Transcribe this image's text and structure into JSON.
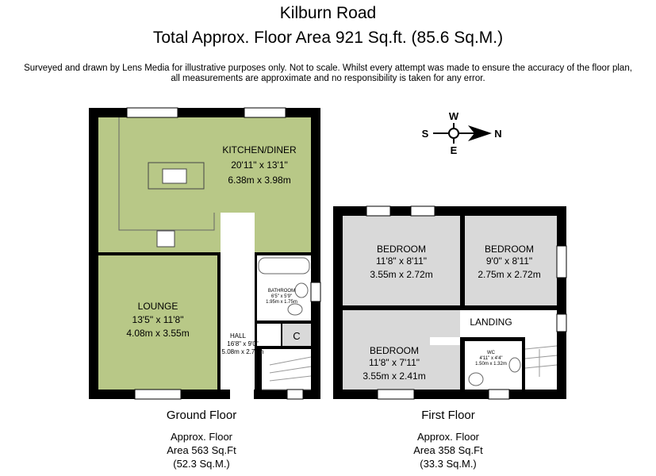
{
  "title": "Kilburn Road",
  "total_area": "Total Approx. Floor Area 921 Sq.ft. (85.6 Sq.M.)",
  "disclaimer_line1": "Surveyed and drawn by Lens Media for illustrative purposes only. Not to scale. Whilst every attempt was made to ensure the accuracy of the floor plan,",
  "disclaimer_line2": "all measurements are approximate and no responsibility is taken for any error.",
  "compass": {
    "w": "W",
    "s": "S",
    "e": "E",
    "n": "N"
  },
  "colors": {
    "ground": "#b8c887",
    "first": "#d9d9d9",
    "wall": "#000000"
  },
  "ground_floor": {
    "label": "Ground Floor",
    "area_line1": "Approx. Floor",
    "area_line2": "Area 563 Sq.Ft",
    "area_line3": "(52.3 Sq.M.)",
    "rooms": {
      "kitchen": {
        "name": "KITCHEN/DINER",
        "imperial": "20'11\" x 13'1\"",
        "metric": "6.38m x 3.98m"
      },
      "lounge": {
        "name": "LOUNGE",
        "imperial": "13'5\" x 11'8\"",
        "metric": "4.08m x 3.55m"
      },
      "bathroom": {
        "name": "BATHROOM",
        "imperial": "6'5\" x 5'9\"",
        "metric": "1.95m x 1.75m"
      },
      "hall": {
        "name": "HALL",
        "imperial": "16'8\" x 9'0\"",
        "metric": "5.08m x 2.75m"
      },
      "cupboard": {
        "name": "C"
      }
    }
  },
  "first_floor": {
    "label": "First Floor",
    "area_line1": "Approx. Floor",
    "area_line2": "Area 358 Sq.Ft",
    "area_line3": "(33.3 Sq.M.)",
    "rooms": {
      "bedroom1": {
        "name": "BEDROOM",
        "imperial": "11'8\" x 8'11\"",
        "metric": "3.55m x 2.72m"
      },
      "bedroom2": {
        "name": "BEDROOM",
        "imperial": "9'0\" x 8'11\"",
        "metric": "2.75m x 2.72m"
      },
      "bedroom3": {
        "name": "BEDROOM",
        "imperial": "11'8\" x 7'11\"",
        "metric": "3.55m x 2.41m"
      },
      "landing": {
        "name": "LANDING"
      },
      "wc": {
        "name": "WC",
        "imperial": "4'11\" x 4'4\"",
        "metric": "1.50m x 1.32m"
      }
    }
  }
}
